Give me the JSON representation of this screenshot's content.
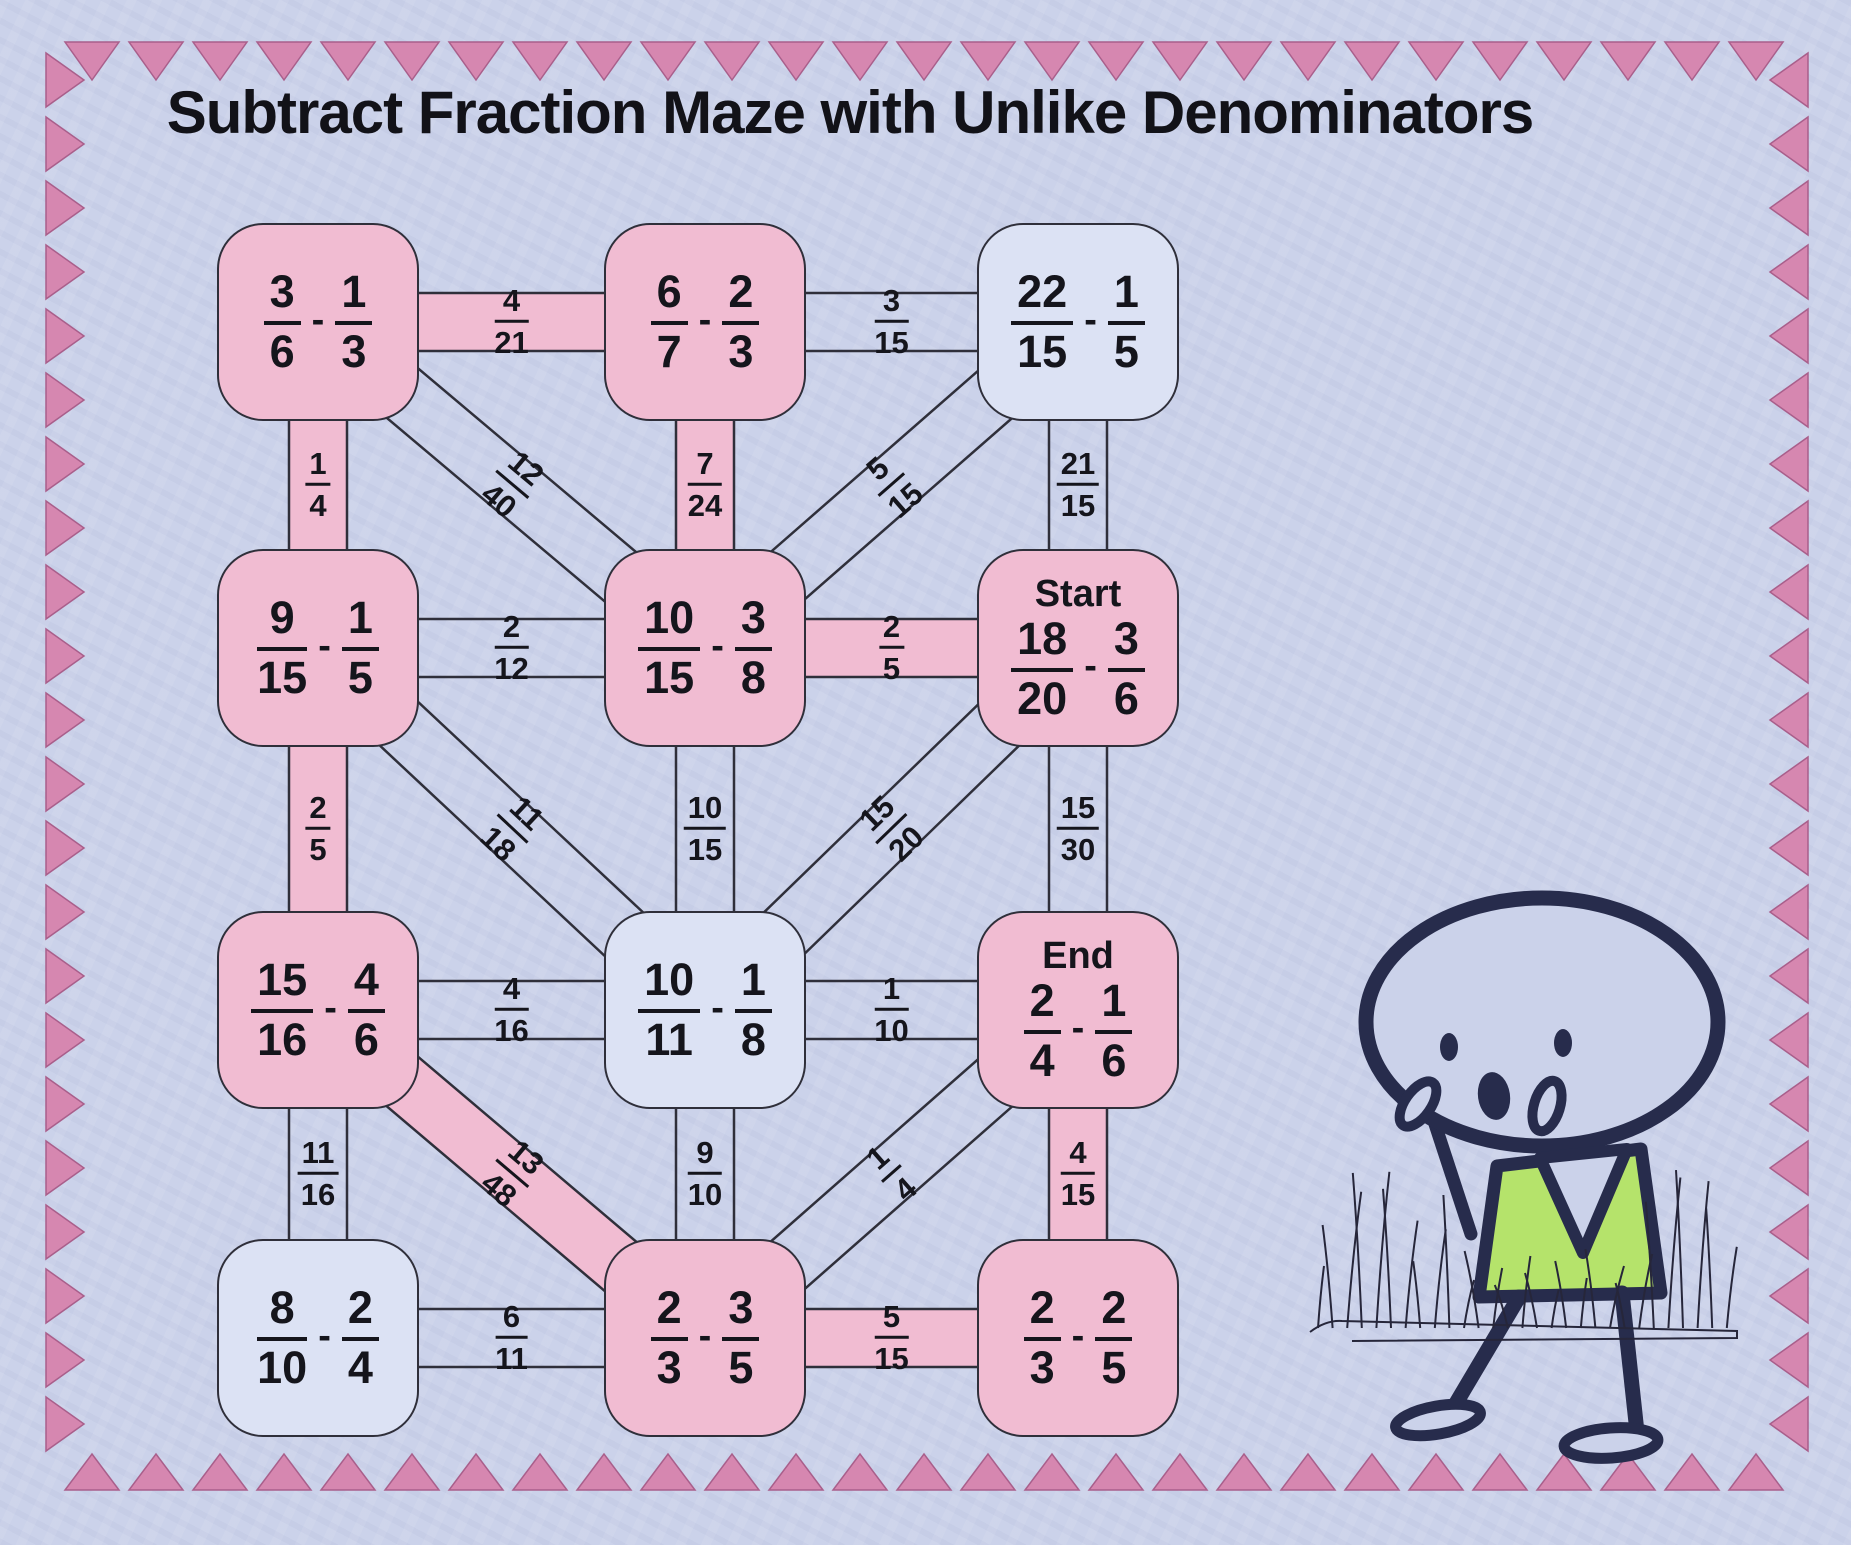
{
  "page": {
    "title": "Subtract Fraction Maze with Unlike Denominators",
    "background_color": "#cbd2ea",
    "border_triangle_color": "#d687b0",
    "border_triangle_edge_color": "#a95f8b"
  },
  "maze": {
    "operator": "-",
    "path_color": "#f1bcd2",
    "node_fill_highlight": "#f1bcd2",
    "node_fill_plain": "#dce2f4",
    "outline_color": "#2f2f3a",
    "nodes": [
      {
        "id": "n11",
        "col": 0,
        "row": 0,
        "label": "",
        "a_num": "3",
        "a_den": "6",
        "b_num": "1",
        "b_den": "3",
        "highlighted": true
      },
      {
        "id": "n12",
        "col": 1,
        "row": 0,
        "label": "",
        "a_num": "6",
        "a_den": "7",
        "b_num": "2",
        "b_den": "3",
        "highlighted": true
      },
      {
        "id": "n13",
        "col": 2,
        "row": 0,
        "label": "",
        "a_num": "22",
        "a_den": "15",
        "b_num": "1",
        "b_den": "5",
        "highlighted": false
      },
      {
        "id": "n21",
        "col": 0,
        "row": 1,
        "label": "",
        "a_num": "9",
        "a_den": "15",
        "b_num": "1",
        "b_den": "5",
        "highlighted": true
      },
      {
        "id": "n22",
        "col": 1,
        "row": 1,
        "label": "",
        "a_num": "10",
        "a_den": "15",
        "b_num": "3",
        "b_den": "8",
        "highlighted": true
      },
      {
        "id": "n23",
        "col": 2,
        "row": 1,
        "label": "Start",
        "a_num": "18",
        "a_den": "20",
        "b_num": "3",
        "b_den": "6",
        "highlighted": true
      },
      {
        "id": "n31",
        "col": 0,
        "row": 2,
        "label": "",
        "a_num": "15",
        "a_den": "16",
        "b_num": "4",
        "b_den": "6",
        "highlighted": true
      },
      {
        "id": "n32",
        "col": 1,
        "row": 2,
        "label": "",
        "a_num": "10",
        "a_den": "11",
        "b_num": "1",
        "b_den": "8",
        "highlighted": false
      },
      {
        "id": "n33",
        "col": 2,
        "row": 2,
        "label": "End",
        "a_num": "2",
        "a_den": "4",
        "b_num": "1",
        "b_den": "6",
        "highlighted": true
      },
      {
        "id": "n41",
        "col": 0,
        "row": 3,
        "label": "",
        "a_num": "8",
        "a_den": "10",
        "b_num": "2",
        "b_den": "4",
        "highlighted": false
      },
      {
        "id": "n42",
        "col": 1,
        "row": 3,
        "label": "",
        "a_num": "2",
        "a_den": "3",
        "b_num": "3",
        "b_den": "5",
        "highlighted": true
      },
      {
        "id": "n43",
        "col": 2,
        "row": 3,
        "label": "",
        "a_num": "2",
        "a_den": "3",
        "b_num": "2",
        "b_den": "5",
        "highlighted": true
      }
    ],
    "edges": [
      {
        "from": "n11",
        "to": "n12",
        "num": "4",
        "den": "21",
        "highlighted": true
      },
      {
        "from": "n12",
        "to": "n13",
        "num": "3",
        "den": "15",
        "highlighted": false
      },
      {
        "from": "n11",
        "to": "n21",
        "num": "1",
        "den": "4",
        "highlighted": true
      },
      {
        "from": "n11",
        "to": "n22",
        "num": "12",
        "den": "40",
        "highlighted": false
      },
      {
        "from": "n12",
        "to": "n22",
        "num": "7",
        "den": "24",
        "highlighted": true
      },
      {
        "from": "n13",
        "to": "n22",
        "num": "5",
        "den": "15",
        "highlighted": false
      },
      {
        "from": "n13",
        "to": "n23",
        "num": "21",
        "den": "15",
        "highlighted": false
      },
      {
        "from": "n21",
        "to": "n22",
        "num": "2",
        "den": "12",
        "highlighted": false
      },
      {
        "from": "n22",
        "to": "n23",
        "num": "2",
        "den": "5",
        "highlighted": true
      },
      {
        "from": "n21",
        "to": "n31",
        "num": "2",
        "den": "5",
        "highlighted": true
      },
      {
        "from": "n21",
        "to": "n32",
        "num": "11",
        "den": "18",
        "highlighted": false
      },
      {
        "from": "n22",
        "to": "n32",
        "num": "10",
        "den": "15",
        "highlighted": false
      },
      {
        "from": "n23",
        "to": "n32",
        "num": "15",
        "den": "20",
        "highlighted": false
      },
      {
        "from": "n23",
        "to": "n33",
        "num": "15",
        "den": "30",
        "highlighted": false
      },
      {
        "from": "n31",
        "to": "n32",
        "num": "4",
        "den": "16",
        "highlighted": false
      },
      {
        "from": "n32",
        "to": "n33",
        "num": "1",
        "den": "10",
        "highlighted": false
      },
      {
        "from": "n31",
        "to": "n41",
        "num": "11",
        "den": "16",
        "highlighted": false
      },
      {
        "from": "n31",
        "to": "n42",
        "num": "13",
        "den": "48",
        "highlighted": true
      },
      {
        "from": "n32",
        "to": "n42",
        "num": "9",
        "den": "10",
        "highlighted": false
      },
      {
        "from": "n33",
        "to": "n42",
        "num": "1",
        "den": "4",
        "highlighted": false
      },
      {
        "from": "n33",
        "to": "n43",
        "num": "4",
        "den": "15",
        "highlighted": true
      },
      {
        "from": "n41",
        "to": "n42",
        "num": "6",
        "den": "11",
        "highlighted": false
      },
      {
        "from": "n42",
        "to": "n43",
        "num": "5",
        "den": "15",
        "highlighted": true
      }
    ]
  },
  "character": {
    "description": "surprised stick figure standing in grass",
    "shirt_color": "#b5e36b",
    "outline_color": "#272c4c"
  }
}
